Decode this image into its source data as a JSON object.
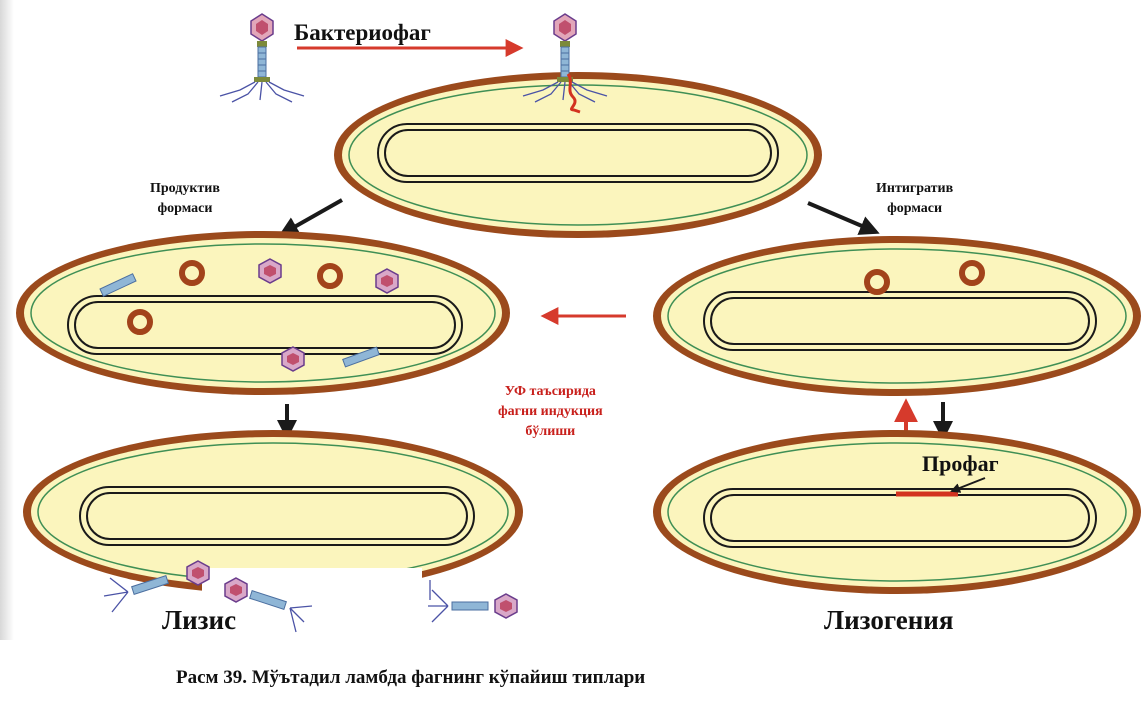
{
  "figure": {
    "title": "Бактериофаг",
    "productive_label": "Продуктив\nформаси",
    "integrative_label": "Интигратив\nформаси",
    "uv_label": "УФ таъсирида\nфагни индукция\nбўлиши",
    "prophage_label": "Профаг",
    "lysis_label": "Лизис",
    "lysogeny_label": "Лизогения",
    "caption": "Расм 39. Мўътадил ламбда фагнинг кўпайиш типлари"
  },
  "colors": {
    "cell_wall": "#9b4a1c",
    "cytoplasm": "#fbf5bd",
    "membrane": "#3f8f55",
    "chromosome": "#1a1a1a",
    "plasmid": "#a2431b",
    "prophage": "#d33320",
    "red_arrow": "#d63a2c",
    "black_arrow": "#1a1a1a",
    "phage_head": "#c0506e",
    "phage_tail": "#8fb6d6",
    "phage_fibers": "#4b53a6"
  },
  "icons": {
    "phage": "bacteriophage-icon",
    "plasmid": "plasmid-ring-icon"
  }
}
